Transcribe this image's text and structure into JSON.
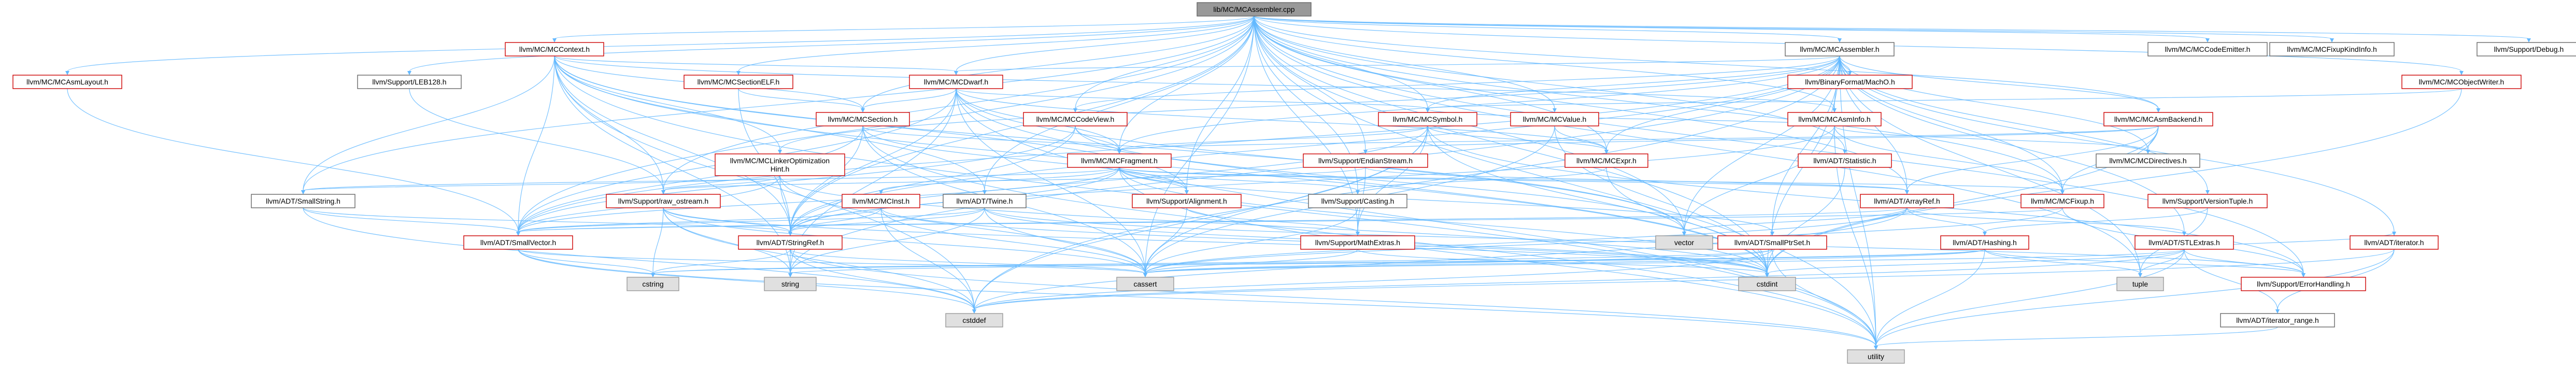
{
  "colors": {
    "edge": "#63b8ff",
    "red_border": "#cc0000",
    "black_border": "#666666",
    "gray_fill": "#e0e0e0",
    "root_fill": "#999999",
    "text": "#000000"
  },
  "nodes": [
    {
      "id": "root",
      "label": "lib/MC/MCAssembler.cpp",
      "style": "root"
    },
    {
      "id": "mccontext",
      "label": "llvm/MC/MCContext.h",
      "style": "red"
    },
    {
      "id": "mcassembler",
      "label": "llvm/MC/MCAssembler.h",
      "style": "black"
    },
    {
      "id": "mccodeemitter",
      "label": "llvm/MC/MCCodeEmitter.h",
      "style": "black"
    },
    {
      "id": "mcfixupkindinfo",
      "label": "llvm/MC/MCFixupKindInfo.h",
      "style": "black"
    },
    {
      "id": "mcobjectwriter",
      "label": "llvm/MC/MCObjectWriter.h",
      "style": "red"
    },
    {
      "id": "supportdebug",
      "label": "llvm/Support/Debug.h",
      "style": "black"
    },
    {
      "id": "mcasmlayout",
      "label": "llvm/MC/MCAsmLayout.h",
      "style": "red"
    },
    {
      "id": "leb128",
      "label": "llvm/Support/LEB128.h",
      "style": "black"
    },
    {
      "id": "mcsectionelf",
      "label": "llvm/MC/MCSectionELF.h",
      "style": "red"
    },
    {
      "id": "mcdwarf",
      "label": "llvm/MC/MCDwarf.h",
      "style": "red"
    },
    {
      "id": "binaryformat",
      "label": "llvm/BinaryFormat/MachO.h",
      "style": "red"
    },
    {
      "id": "mcsection",
      "label": "llvm/MC/MCSection.h",
      "style": "red"
    },
    {
      "id": "mccodeview",
      "label": "llvm/MC/MCCodeView.h",
      "style": "red"
    },
    {
      "id": "mcsymbol",
      "label": "llvm/MC/MCSymbol.h",
      "style": "red"
    },
    {
      "id": "mcvalue",
      "label": "llvm/MC/MCValue.h",
      "style": "red"
    },
    {
      "id": "mcasminfo",
      "label": "llvm/MC/MCAsmInfo.h",
      "style": "red"
    },
    {
      "id": "mcasmbackend",
      "label": "llvm/MC/MCAsmBackend.h",
      "style": "red"
    },
    {
      "id": "mclinkeropt",
      "label": "llvm/MC/MCLinkerOptimization\nHint.h",
      "style": "red"
    },
    {
      "id": "mcfragment",
      "label": "llvm/MC/MCFragment.h",
      "style": "red"
    },
    {
      "id": "endianstream",
      "label": "llvm/Support/EndianStream.h",
      "style": "red"
    },
    {
      "id": "mcexpr",
      "label": "llvm/MC/MCExpr.h",
      "style": "red"
    },
    {
      "id": "adtstatistic",
      "label": "llvm/ADT/Statistic.h",
      "style": "red"
    },
    {
      "id": "mcdirectives",
      "label": "llvm/MC/MCDirectives.h",
      "style": "black"
    },
    {
      "id": "smallstring",
      "label": "llvm/ADT/SmallString.h",
      "style": "black"
    },
    {
      "id": "rawostream",
      "label": "llvm/Support/raw_ostream.h",
      "style": "red"
    },
    {
      "id": "mcinst",
      "label": "llvm/MC/MCInst.h",
      "style": "red"
    },
    {
      "id": "twine",
      "label": "llvm/ADT/Twine.h",
      "style": "black"
    },
    {
      "id": "alignment",
      "label": "llvm/Support/Alignment.h",
      "style": "red"
    },
    {
      "id": "casting",
      "label": "llvm/Support/Casting.h",
      "style": "black"
    },
    {
      "id": "arrayref",
      "label": "llvm/ADT/ArrayRef.h",
      "style": "red"
    },
    {
      "id": "mcfixup",
      "label": "llvm/MC/MCFixup.h",
      "style": "red"
    },
    {
      "id": "versiontuple",
      "label": "llvm/Support/VersionTuple.h",
      "style": "red"
    },
    {
      "id": "smallvector",
      "label": "llvm/ADT/SmallVector.h",
      "style": "red"
    },
    {
      "id": "stringref",
      "label": "llvm/ADT/StringRef.h",
      "style": "red"
    },
    {
      "id": "mathextras",
      "label": "llvm/Support/MathExtras.h",
      "style": "red"
    },
    {
      "id": "vector",
      "label": "vector",
      "style": "gray"
    },
    {
      "id": "smallptrset",
      "label": "llvm/ADT/SmallPtrSet.h",
      "style": "red"
    },
    {
      "id": "hashing",
      "label": "llvm/ADT/Hashing.h",
      "style": "red"
    },
    {
      "id": "stlextras",
      "label": "llvm/ADT/STLExtras.h",
      "style": "red"
    },
    {
      "id": "cstring",
      "label": "cstring",
      "style": "gray"
    },
    {
      "id": "string",
      "label": "string",
      "style": "gray"
    },
    {
      "id": "cassert",
      "label": "cassert",
      "style": "gray"
    },
    {
      "id": "cstdint",
      "label": "cstdint",
      "style": "gray"
    },
    {
      "id": "tuple",
      "label": "tuple",
      "style": "gray"
    },
    {
      "id": "errorhandling",
      "label": "llvm/Support/ErrorHandling.h",
      "style": "red"
    },
    {
      "id": "iterator",
      "label": "llvm/ADT/iterator.h",
      "style": "red"
    },
    {
      "id": "cstddef",
      "label": "cstddef",
      "style": "gray"
    },
    {
      "id": "iteratorrange",
      "label": "llvm/ADT/iterator_range.h",
      "style": "black"
    },
    {
      "id": "utility",
      "label": "utility",
      "style": "gray"
    }
  ],
  "edges": [
    [
      "root",
      "mccontext"
    ],
    [
      "root",
      "mcassembler"
    ],
    [
      "root",
      "mccodeemitter"
    ],
    [
      "root",
      "mcfixupkindinfo"
    ],
    [
      "root",
      "mcobjectwriter"
    ],
    [
      "root",
      "supportdebug"
    ],
    [
      "root",
      "mcasmlayout"
    ],
    [
      "root",
      "leb128"
    ],
    [
      "root",
      "mcsectionelf"
    ],
    [
      "root",
      "mcdwarf"
    ],
    [
      "root",
      "mcsection"
    ],
    [
      "root",
      "mccodeview"
    ],
    [
      "root",
      "mcsymbol"
    ],
    [
      "root",
      "mcvalue"
    ],
    [
      "root",
      "mcasminfo"
    ],
    [
      "root",
      "mcasmbackend"
    ],
    [
      "root",
      "mcfragment"
    ],
    [
      "root",
      "endianstream"
    ],
    [
      "root",
      "mcexpr"
    ],
    [
      "root",
      "adtstatistic"
    ],
    [
      "root",
      "smallstring"
    ],
    [
      "root",
      "rawostream"
    ],
    [
      "root",
      "twine"
    ],
    [
      "root",
      "alignment"
    ],
    [
      "root",
      "casting"
    ],
    [
      "root",
      "arrayref"
    ],
    [
      "root",
      "mcfixup"
    ],
    [
      "root",
      "smallvector"
    ],
    [
      "root",
      "stringref"
    ],
    [
      "root",
      "mathextras"
    ],
    [
      "root",
      "vector"
    ],
    [
      "root",
      "cassert"
    ],
    [
      "root",
      "cstdint"
    ],
    [
      "root",
      "tuple"
    ],
    [
      "root",
      "utility"
    ],
    [
      "root",
      "errorhandling"
    ],
    [
      "mccontext",
      "mcdwarf"
    ],
    [
      "mccontext",
      "mcsection"
    ],
    [
      "mccontext",
      "mclinkeropt"
    ],
    [
      "mccontext",
      "smallstring"
    ],
    [
      "mccontext",
      "rawostream"
    ],
    [
      "mccontext",
      "twine"
    ],
    [
      "mccontext",
      "smallvector"
    ],
    [
      "mccontext",
      "stringref"
    ],
    [
      "mccontext",
      "string"
    ],
    [
      "mccontext",
      "vector"
    ],
    [
      "mccontext",
      "cstddef"
    ],
    [
      "mccontext",
      "cstdint"
    ],
    [
      "mccontext",
      "utility"
    ],
    [
      "mccontext",
      "alignment"
    ],
    [
      "mccontext",
      "mcasminfo"
    ],
    [
      "mcassembler",
      "binaryformat"
    ],
    [
      "mcassembler",
      "mcdwarf"
    ],
    [
      "mcassembler",
      "mcsymbol"
    ],
    [
      "mcassembler",
      "mcfragment"
    ],
    [
      "mcassembler",
      "mcdirectives"
    ],
    [
      "mcassembler",
      "mcasmbackend"
    ],
    [
      "mcassembler",
      "arrayref"
    ],
    [
      "mcassembler",
      "smallptrset"
    ],
    [
      "mcassembler",
      "stlextras"
    ],
    [
      "mcassembler",
      "iterator"
    ],
    [
      "mcassembler",
      "versiontuple"
    ],
    [
      "mcassembler",
      "smallvector"
    ],
    [
      "mcassembler",
      "stringref"
    ],
    [
      "mcassembler",
      "vector"
    ],
    [
      "mcassembler",
      "tuple"
    ],
    [
      "mcassembler",
      "cstddef"
    ],
    [
      "mcassembler",
      "cstdint"
    ],
    [
      "mcassembler",
      "string"
    ],
    [
      "mcassembler",
      "utility"
    ],
    [
      "mcassembler",
      "mclinkeropt"
    ],
    [
      "mcassembler",
      "mcfixup"
    ],
    [
      "mcassembler",
      "mcasminfo"
    ],
    [
      "mcassembler",
      "mcexpr"
    ],
    [
      "mcassembler",
      "mccodeview"
    ],
    [
      "mcobjectwriter",
      "mcsymbol"
    ],
    [
      "mcobjectwriter",
      "cstdint"
    ],
    [
      "mcasmlayout",
      "smallvector"
    ],
    [
      "leb128",
      "rawostream"
    ],
    [
      "mcsectionelf",
      "mcsection"
    ],
    [
      "mcsectionelf",
      "stringref"
    ],
    [
      "mcdwarf",
      "mcsection"
    ],
    [
      "mcdwarf",
      "mcsymbol"
    ],
    [
      "mcdwarf",
      "mcfragment"
    ],
    [
      "mcdwarf",
      "stringref"
    ],
    [
      "mcdwarf",
      "smallvector"
    ],
    [
      "mcdwarf",
      "mapvector"
    ],
    [
      "mcdwarf",
      "string"
    ],
    [
      "mcdwarf",
      "vector"
    ],
    [
      "mcdwarf",
      "cassert"
    ],
    [
      "mcdwarf",
      "cstdint"
    ],
    [
      "mcdwarf",
      "utility"
    ],
    [
      "mcdwarf",
      "mcexpr"
    ],
    [
      "mcsection",
      "mcfragment"
    ],
    [
      "mcsection",
      "stringref"
    ],
    [
      "mcsection",
      "alignment"
    ],
    [
      "mcsection",
      "cassert"
    ],
    [
      "mcsection",
      "utility"
    ],
    [
      "mcsection",
      "smallvector"
    ],
    [
      "mccodeview",
      "mcfragment"
    ],
    [
      "mccodeview",
      "stringref"
    ],
    [
      "mccodeview",
      "smallvector"
    ],
    [
      "mccodeview",
      "vector"
    ],
    [
      "mcsymbol",
      "mcexpr"
    ],
    [
      "mcsymbol",
      "mcfragment"
    ],
    [
      "mcsymbol",
      "stringref"
    ],
    [
      "mcsymbol",
      "errorhandling"
    ],
    [
      "mcsymbol",
      "mathextras"
    ],
    [
      "mcsymbol",
      "cassert"
    ],
    [
      "mcsymbol",
      "cstddef"
    ],
    [
      "mcsymbol",
      "cstdint"
    ],
    [
      "mcvalue",
      "mcexpr"
    ],
    [
      "mcvalue",
      "cassert"
    ],
    [
      "mcvalue",
      "cstdint"
    ],
    [
      "mcasminfo",
      "mcdirectives"
    ],
    [
      "mcasminfo",
      "mcsymbol"
    ],
    [
      "mcasminfo",
      "stringref"
    ],
    [
      "mcasminfo",
      "vector"
    ],
    [
      "mcasminfo",
      "utility"
    ],
    [
      "mcasminfo",
      "mcfixup"
    ],
    [
      "mcasmbackend",
      "mcdirectives"
    ],
    [
      "mcasmbackend",
      "mcfragment"
    ],
    [
      "mcasmbackend",
      "arrayref"
    ],
    [
      "mcasmbackend",
      "mcfixup"
    ],
    [
      "mcasmbackend",
      "endianstream"
    ],
    [
      "mcasmbackend",
      "cstdint"
    ],
    [
      "mclinkeropt",
      "smallstring"
    ],
    [
      "mclinkeropt",
      "smallvector"
    ],
    [
      "mclinkeropt",
      "stringref"
    ],
    [
      "mclinkeropt",
      "rawostream"
    ],
    [
      "mclinkeropt",
      "cassert"
    ],
    [
      "mclinkeropt",
      "cstdint"
    ],
    [
      "mcfragment",
      "arrayref"
    ],
    [
      "mcfragment",
      "smallstring"
    ],
    [
      "mcfragment",
      "smallvector"
    ],
    [
      "mcfragment",
      "mcfixup"
    ],
    [
      "mcfragment",
      "mcinst"
    ],
    [
      "mcfragment",
      "alignment"
    ],
    [
      "mcfragment",
      "casting"
    ],
    [
      "mcfragment",
      "smallptrset"
    ],
    [
      "mcfragment",
      "cstdint"
    ],
    [
      "mcfragment",
      "utility"
    ],
    [
      "mcfragment",
      "stringref"
    ],
    [
      "endianstream",
      "arrayref"
    ],
    [
      "endianstream",
      "mathextras"
    ],
    [
      "endianstream",
      "rawostream"
    ],
    [
      "mcexpr",
      "cstdint"
    ],
    [
      "mcexpr",
      "casting"
    ],
    [
      "adtstatistic",
      "cstdint"
    ],
    [
      "smallstring",
      "smallvector"
    ],
    [
      "smallstring",
      "stringref"
    ],
    [
      "smallstring",
      "cstddef"
    ],
    [
      "rawostream",
      "stringref"
    ],
    [
      "rawostream",
      "cassert"
    ],
    [
      "rawostream",
      "cstddef"
    ],
    [
      "rawostream",
      "cstdint"
    ],
    [
      "rawostream",
      "cstring"
    ],
    [
      "rawostream",
      "string"
    ],
    [
      "mcinst",
      "smallvector"
    ],
    [
      "mcinst",
      "stringref"
    ],
    [
      "mcinst",
      "cassert"
    ],
    [
      "mcinst",
      "cstddef"
    ],
    [
      "mcinst",
      "cstdint"
    ],
    [
      "twine",
      "smallvector"
    ],
    [
      "twine",
      "stringref"
    ],
    [
      "twine",
      "errorhandling"
    ],
    [
      "twine",
      "cassert"
    ],
    [
      "twine",
      "cstdint"
    ],
    [
      "twine",
      "string"
    ],
    [
      "alignment",
      "mathextras"
    ],
    [
      "alignment",
      "cassert"
    ],
    [
      "casting",
      "cassert"
    ],
    [
      "arrayref",
      "hashing"
    ],
    [
      "arrayref",
      "smallvector"
    ],
    [
      "arrayref",
      "stlextras"
    ],
    [
      "arrayref",
      "vector"
    ],
    [
      "arrayref",
      "cassert"
    ],
    [
      "arrayref",
      "cstddef"
    ],
    [
      "mcfixup",
      "errorhandling"
    ],
    [
      "mcfixup",
      "smallvector"
    ],
    [
      "mcfixup",
      "cassert"
    ],
    [
      "versiontuple",
      "hashing"
    ],
    [
      "versiontuple",
      "tuple"
    ],
    [
      "smallvector",
      "cassert"
    ],
    [
      "smallvector",
      "cstddef"
    ],
    [
      "smallvector",
      "cstring"
    ],
    [
      "smallvector",
      "utility"
    ],
    [
      "stringref",
      "cassert"
    ],
    [
      "stringref",
      "cstddef"
    ],
    [
      "stringref",
      "cstring"
    ],
    [
      "stringref",
      "string"
    ],
    [
      "stringref",
      "utility"
    ],
    [
      "mathextras",
      "cassert"
    ],
    [
      "mathextras",
      "cstdint"
    ],
    [
      "smallptrset",
      "cassert"
    ],
    [
      "smallptrset",
      "cstddef"
    ],
    [
      "smallptrset",
      "cstring"
    ],
    [
      "smallptrset",
      "utility"
    ],
    [
      "hashing",
      "errorhandling"
    ],
    [
      "hashing",
      "cassert"
    ],
    [
      "hashing",
      "cstring"
    ],
    [
      "hashing",
      "string"
    ],
    [
      "hashing",
      "tuple"
    ],
    [
      "hashing",
      "utility"
    ],
    [
      "stlextras",
      "iterator"
    ],
    [
      "stlextras",
      "iteratorrange"
    ],
    [
      "stlextras",
      "errorhandling"
    ],
    [
      "stlextras",
      "cassert"
    ],
    [
      "stlextras",
      "cstddef"
    ],
    [
      "stlextras",
      "cstdint"
    ],
    [
      "stlextras",
      "tuple"
    ],
    [
      "stlextras",
      "utility"
    ],
    [
      "iterator",
      "iteratorrange"
    ],
    [
      "iterator",
      "cstddef"
    ],
    [
      "iterator",
      "utility"
    ],
    [
      "iteratorrange",
      "utility"
    ]
  ]
}
